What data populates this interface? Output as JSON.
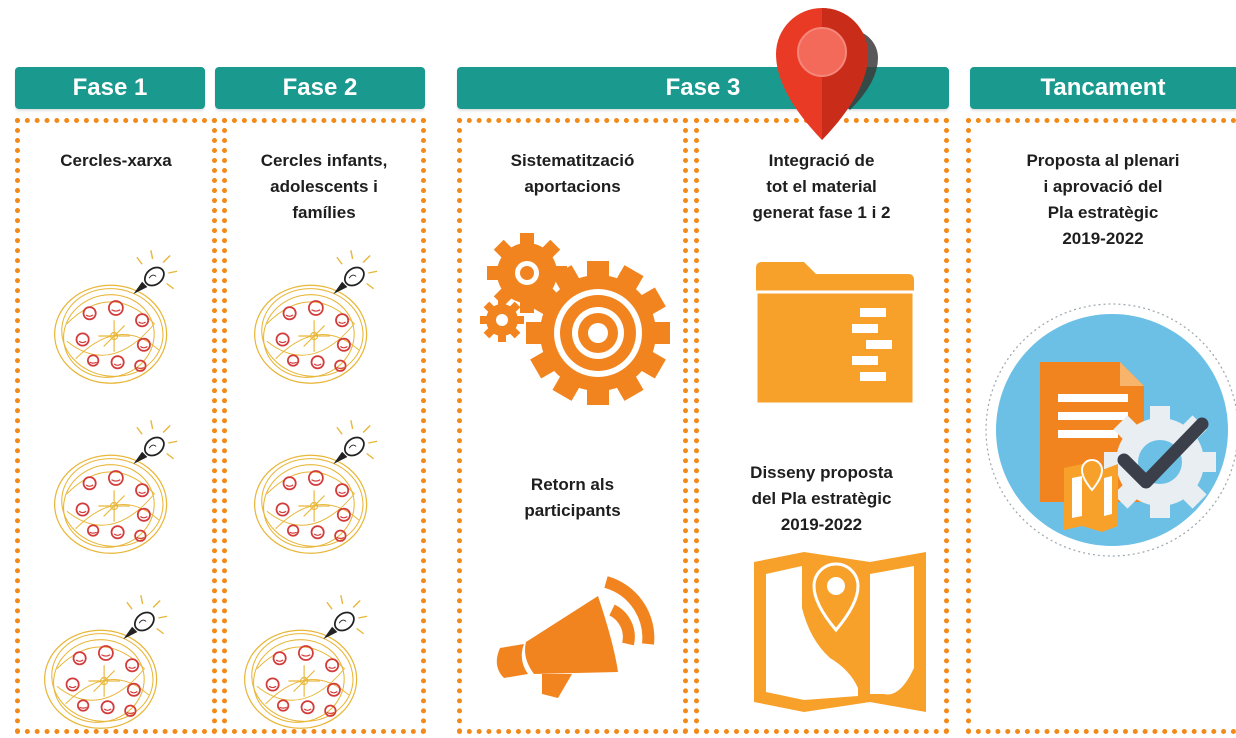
{
  "headers": {
    "fase1": "Fase 1",
    "fase2": "Fase 2",
    "fase3": "Fase 3",
    "tancament": "Tancament"
  },
  "columns": {
    "fase1": {
      "title": "Cercles-xarxa"
    },
    "fase2": {
      "title": "Cercles infants,\nadolescents i\nfamílies"
    },
    "fase3a": {
      "title_top": "Sistematització\naportacions",
      "title_bottom": "Retorn als\nparticipants"
    },
    "fase3b": {
      "title_top": "Integració de\ntot el material\ngenerat  fase 1 i 2",
      "title_bottom": "Disseny proposta\ndel Pla estratègic\n2019-2022"
    },
    "tancament": {
      "title": "Proposta al plenari\ni aprovació del\nPla estratègic\n2019-2022"
    }
  },
  "colors": {
    "header_bg": "#1a9a8e",
    "border": "#f28a1a",
    "icon_orange": "#f2841f",
    "folder_orange": "#f7a12a",
    "circle_blue": "#6cc0e6",
    "doodle_yellow": "#e8b638",
    "face_red": "#d33b3b",
    "pin_red": "#e83a25"
  },
  "icons": {
    "doodle": "network-circle-lightbulb-icon",
    "gears": "gears-icon",
    "megaphone": "megaphone-icon",
    "folder": "folder-icon",
    "map": "map-pin-icon",
    "approval": "document-check-icon",
    "pin": "location-pin-icon"
  }
}
